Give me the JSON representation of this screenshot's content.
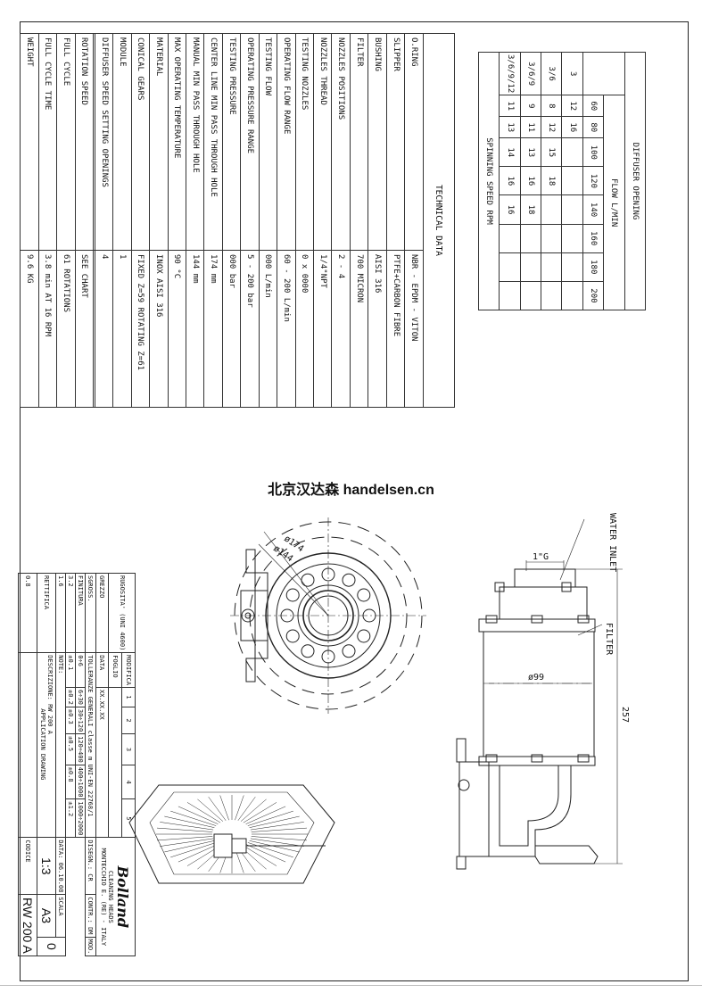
{
  "watermark": "北京汉达森 handelsen.cn",
  "technical_data": {
    "title": "TECHNICAL DATA",
    "rows": [
      {
        "label": "O.RING",
        "value": "NBR - EPDM - VITON"
      },
      {
        "label": "SLIPPER",
        "value": "PTFE+CARBON FIBRE"
      },
      {
        "label": "BUSHING",
        "value": "AISI 316"
      },
      {
        "label": "FILTER",
        "value": "700 MICRON"
      },
      {
        "label": "NOZZLES POSITIONS",
        "value": "2 - 4"
      },
      {
        "label": "NOZZLES THREAD",
        "value": "1/4\"NPT"
      },
      {
        "label": "TESTING NOZZLES",
        "value": "0 x 0000"
      },
      {
        "label": "OPERATING FLOW RANGE",
        "value": "60 - 200 L/min"
      },
      {
        "label": "TESTING FLOW",
        "value": "000 L/min"
      },
      {
        "label": "OPERATING PRESSURE RANGE",
        "value": "5 - 200 bar"
      },
      {
        "label": "TESTING PRESSURE",
        "value": "000 bar"
      },
      {
        "label": "CENTER LINE MIN PASS THROUGH HOLE",
        "value": "174 mm"
      },
      {
        "label": "MANUAL MIN PASS THROUGH HOLE",
        "value": "144 mm"
      },
      {
        "label": "MAX OPERATING TEMPERATURE",
        "value": "90 °C"
      },
      {
        "label": "MATERIAL",
        "value": "INOX AISI 316"
      },
      {
        "label": "CONICAL GEARS",
        "value": "FIXED Z=59 ROTATING Z=61"
      },
      {
        "label": "MODULE",
        "value": "1"
      },
      {
        "label": "DIFFUSER SPEED SETTING OPENINGS",
        "value": "4"
      },
      {
        "label": "",
        "value": ""
      },
      {
        "label": "ROTATION SPEED",
        "value": "SEE CHART"
      },
      {
        "label": "FULL CYCLE",
        "value": "61 ROTATIONS"
      },
      {
        "label": "FULL CYCLE TIME",
        "value": "3.8 min AT 16 RPM"
      },
      {
        "label": "WEIGHT",
        "value": "9.6 KG"
      }
    ]
  },
  "spinning_table": {
    "diffuser_header": "DIFFUSER OPENING",
    "flow_header": "FLOW L/MIN",
    "speed_label": "SPINNING SPEED RPM",
    "openings": [
      "3",
      "3/6",
      "3/6/9",
      "3/6/9/12"
    ],
    "rows": [
      {
        "flow": "60",
        "values": [
          "12",
          "8",
          "9",
          "11"
        ]
      },
      {
        "flow": "80",
        "values": [
          "16",
          "12",
          "11",
          "13"
        ]
      },
      {
        "flow": "100",
        "values": [
          "",
          "15",
          "13",
          "14"
        ]
      },
      {
        "flow": "120",
        "values": [
          "",
          "18",
          "16",
          "16"
        ]
      },
      {
        "flow": "140",
        "values": [
          "",
          "",
          "18",
          "16"
        ]
      },
      {
        "flow": "160",
        "values": [
          "",
          "",
          "",
          ""
        ]
      },
      {
        "flow": "180",
        "values": [
          "",
          "",
          "",
          ""
        ]
      },
      {
        "flow": "200",
        "values": [
          "",
          "",
          "",
          ""
        ]
      }
    ]
  },
  "drawing": {
    "water_inlet": "WATER INLET",
    "thread": "1\"G",
    "filter": "FILTER",
    "diameter": "ø99",
    "height": "257",
    "d174": "ø174",
    "d144": "ø144"
  },
  "title_block": {
    "rugosita": "RUGOSITA' (UNI 4600)",
    "grezzo": "GREZZO",
    "sgross": "SGROSS.",
    "finitura": "FINITURA",
    "rettifica": "RETTIFICA",
    "r_vals": [
      "3.2",
      "1.6",
      "0.8"
    ],
    "modifica": "MODIFICA",
    "foglio": "FOGLIO",
    "data_label": "DATA",
    "data_val": "XX.XX.XX",
    "rev": [
      "1",
      "2",
      "3",
      "4",
      "5"
    ],
    "tolleranze": "TOLLERANZE GENERALI classe m UNI-EN 22768/1",
    "tol_ranges": [
      "0÷6",
      "6÷30",
      "30÷120",
      "120÷400",
      "400÷1000",
      "1000÷2000"
    ],
    "tol_values": [
      "±0.1",
      "±0.2",
      "±0.3",
      "±0.5",
      "±0.8",
      "±1.2"
    ],
    "note": "NOTE:",
    "descrizione": "DESCRIZIONE:",
    "desc_line1": "RW 200 A",
    "desc_line2": "APPLICATION DRAWING",
    "logo": "Bolland",
    "company": "CLEANING HEADS",
    "location": "MONTECCHIO E. (RE) - ITALY",
    "disegn": "DISEGN.: CR",
    "contr": "CONTR.: DM",
    "mod": "MOD.",
    "data_row": "DATA: 06.10.08",
    "scala_label": "SCALA",
    "scala": "1:3",
    "format": "A3",
    "rev_num": "0",
    "codice_label": "CODICE",
    "codice": "RW 200 A"
  }
}
